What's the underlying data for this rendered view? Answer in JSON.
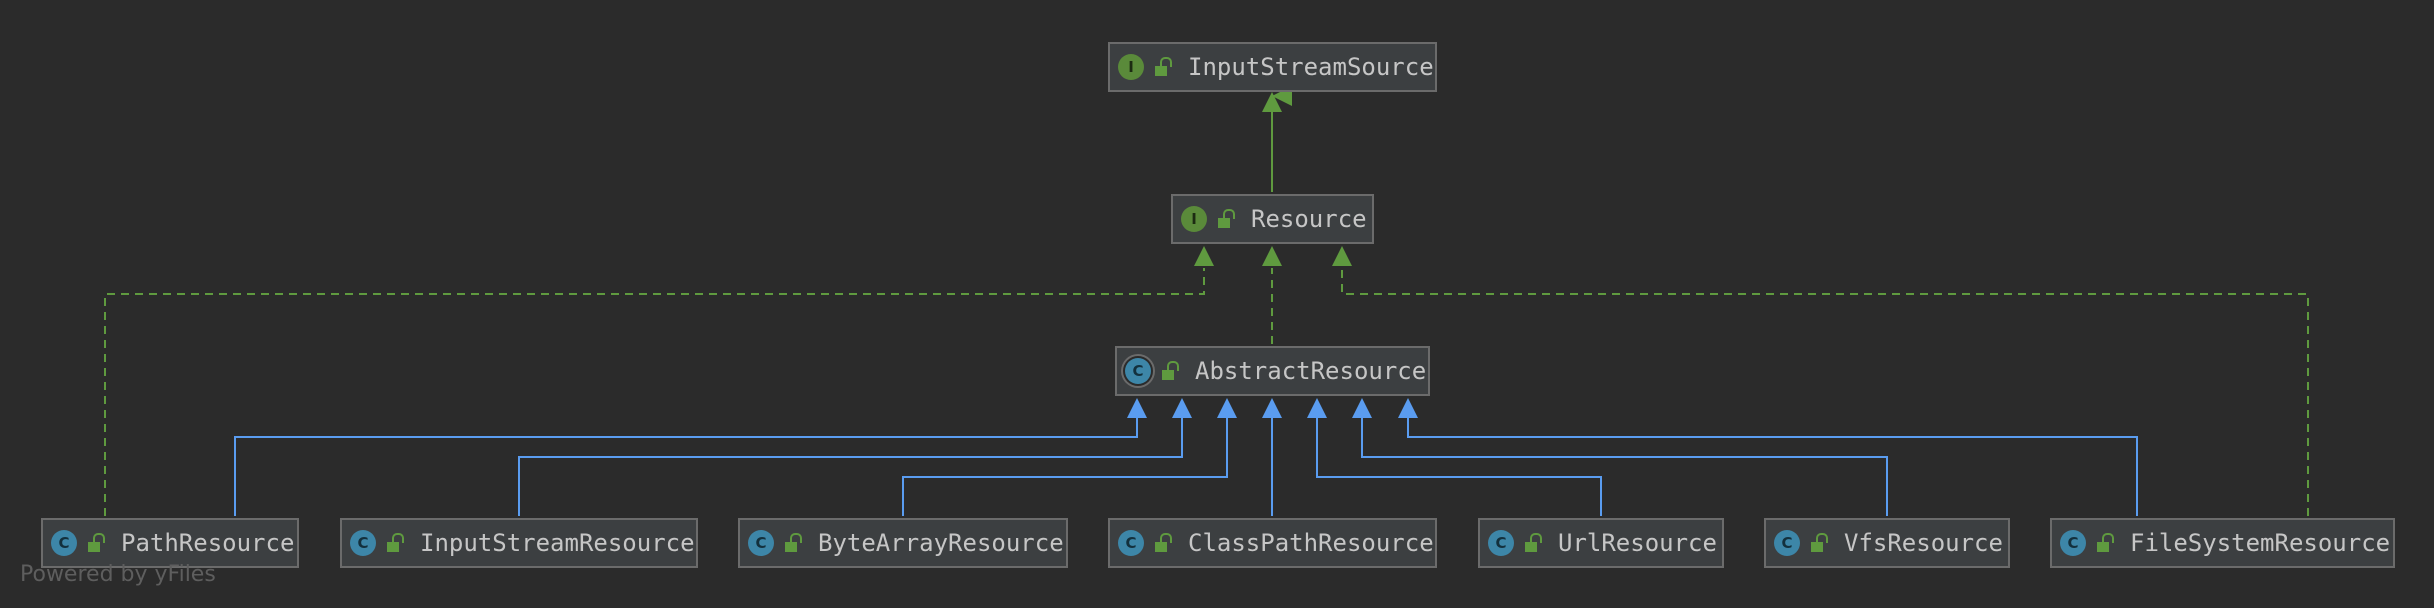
{
  "diagram": {
    "colors": {
      "background": "#2b2b2b",
      "extends_interface": "#5f9a3f",
      "implements_interface": "#5f9a3f",
      "extends_class": "#5a9cf0",
      "node_border": "#6b6b6b"
    },
    "nodes": [
      {
        "id": "InputStreamSource",
        "label": "InputStreamSource",
        "kind": "interface"
      },
      {
        "id": "Resource",
        "label": "Resource",
        "kind": "interface"
      },
      {
        "id": "AbstractResource",
        "label": "AbstractResource",
        "kind": "abstract-class"
      },
      {
        "id": "PathResource",
        "label": "PathResource",
        "kind": "class"
      },
      {
        "id": "InputStreamResource",
        "label": "InputStreamResource",
        "kind": "class"
      },
      {
        "id": "ByteArrayResource",
        "label": "ByteArrayResource",
        "kind": "class"
      },
      {
        "id": "ClassPathResource",
        "label": "ClassPathResource",
        "kind": "class"
      },
      {
        "id": "UrlResource",
        "label": "UrlResource",
        "kind": "class"
      },
      {
        "id": "VfsResource",
        "label": "VfsResource",
        "kind": "class"
      },
      {
        "id": "FileSystemResource",
        "label": "FileSystemResource",
        "kind": "class"
      }
    ],
    "edges": [
      {
        "from": "Resource",
        "to": "InputStreamSource",
        "type": "extends-interface"
      },
      {
        "from": "AbstractResource",
        "to": "Resource",
        "type": "implements"
      },
      {
        "from": "PathResource",
        "to": "Resource",
        "type": "implements"
      },
      {
        "from": "FileSystemResource",
        "to": "Resource",
        "type": "implements"
      },
      {
        "from": "PathResource",
        "to": "AbstractResource",
        "type": "extends"
      },
      {
        "from": "InputStreamResource",
        "to": "AbstractResource",
        "type": "extends"
      },
      {
        "from": "ByteArrayResource",
        "to": "AbstractResource",
        "type": "extends"
      },
      {
        "from": "ClassPathResource",
        "to": "AbstractResource",
        "type": "extends"
      },
      {
        "from": "UrlResource",
        "to": "AbstractResource",
        "type": "extends"
      },
      {
        "from": "VfsResource",
        "to": "AbstractResource",
        "type": "extends"
      },
      {
        "from": "FileSystemResource",
        "to": "AbstractResource",
        "type": "extends"
      }
    ],
    "badges": {
      "interface": "I",
      "class": "C"
    },
    "watermark": "Powered by yFiles"
  }
}
